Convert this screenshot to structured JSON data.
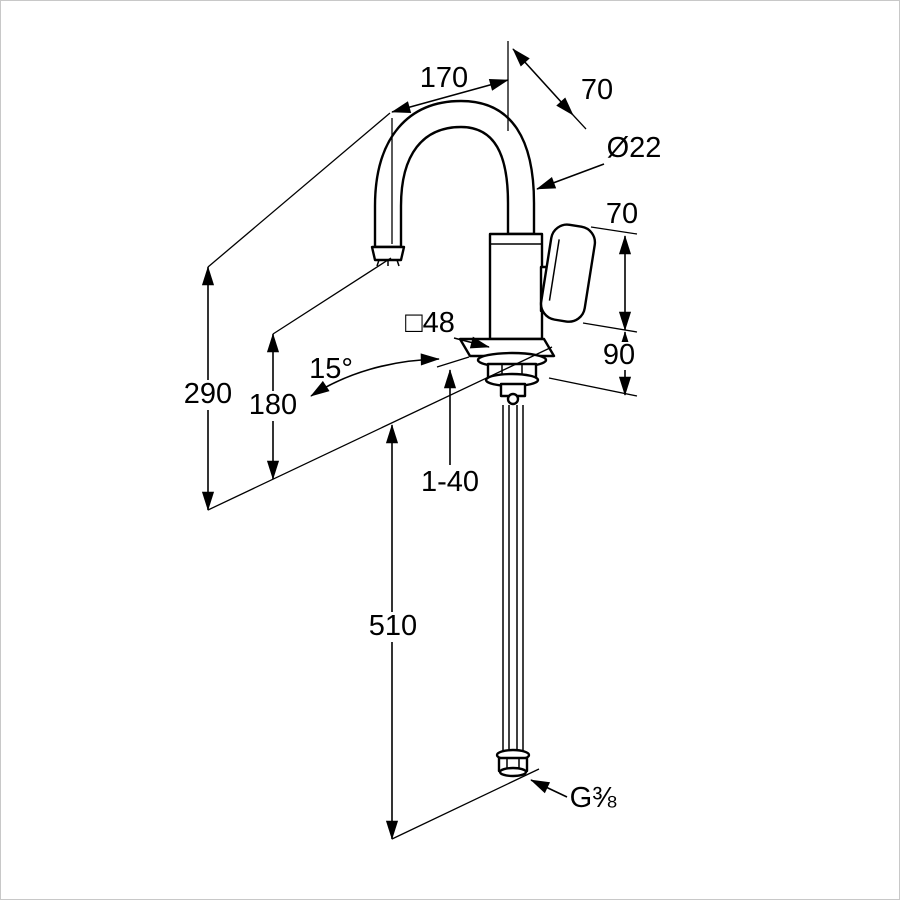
{
  "drawing": {
    "labels": {
      "spout_reach": "170",
      "spout_offset": "70",
      "spout_diameter": "Ø22",
      "handle_height": "70",
      "body_height": "90",
      "base_square": "□48",
      "swivel_angle": "15°",
      "outlet_height": "290",
      "aerator_height": "180",
      "deck_thickness": "1-40",
      "pipe_length": "510",
      "connection_thread": "G⅜"
    },
    "colors": {
      "line": "#000000",
      "background": "#ffffff",
      "border": "#c8c8c8"
    }
  }
}
